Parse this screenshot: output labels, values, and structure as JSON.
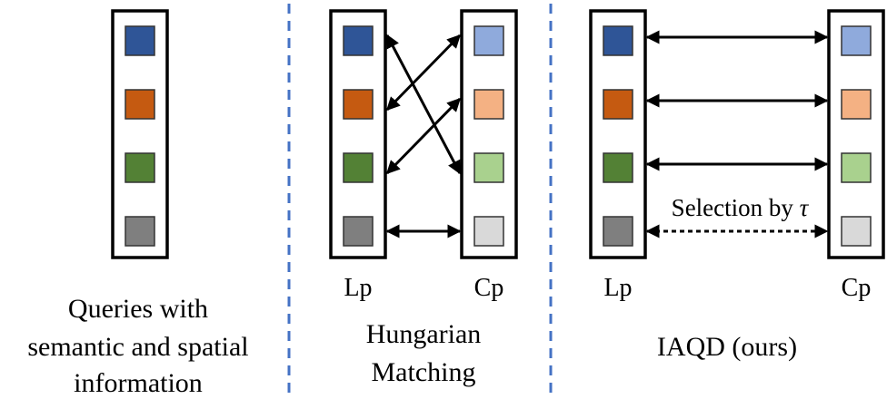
{
  "colors": {
    "lp": [
      "#2F5597",
      "#C55A11",
      "#538135",
      "#7F7F7F"
    ],
    "cp": [
      "#8FAADC",
      "#F4B183",
      "#A9D18E",
      "#D9D9D9"
    ],
    "divider": "#4472C4"
  },
  "panels": {
    "queries": {
      "caption_lines": [
        "Queries with",
        "semantic and spatial",
        "information"
      ]
    },
    "hungarian": {
      "left_label": "Lp",
      "right_label": "Cp",
      "caption_lines": [
        "Hungarian",
        "Matching"
      ],
      "matches": [
        [
          0,
          2
        ],
        [
          1,
          0
        ],
        [
          2,
          1
        ],
        [
          3,
          3
        ]
      ]
    },
    "iaqd": {
      "left_label": "Lp",
      "right_label": "Cp",
      "caption": "IAQD (ours)",
      "selection_label": "Selection by",
      "selection_symbol": "τ",
      "matches": [
        [
          0,
          0
        ],
        [
          1,
          1
        ],
        [
          2,
          2
        ]
      ],
      "dotted_match": [
        3,
        3
      ]
    }
  }
}
